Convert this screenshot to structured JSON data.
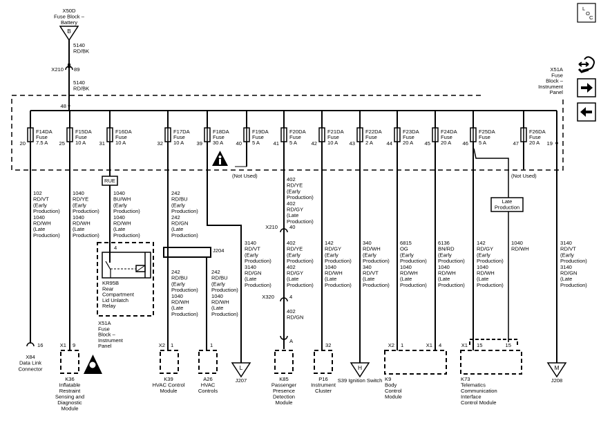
{
  "source": {
    "lines": [
      "X50D",
      "Fuse Block –",
      "Battery"
    ],
    "letter": "B"
  },
  "feed": {
    "wire1": [
      "5140",
      "RD/BK"
    ],
    "splice": "X210",
    "splice_pin": "89",
    "wire2": [
      "5140",
      "RD/BK"
    ],
    "bus_pin": "48"
  },
  "fuse_block": {
    "lines": [
      "X51A",
      "Fuse",
      "Block –",
      "Instrument",
      "Panel"
    ],
    "end_pin": "19"
  },
  "fuses": [
    {
      "name": "F14DA",
      "type": "Fuse",
      "rating": "7.5 A",
      "pin": "20"
    },
    {
      "name": "F15DA",
      "type": "Fuse",
      "rating": "10 A",
      "pin": "25"
    },
    {
      "name": "F16DA",
      "type": "Fuse",
      "rating": "10 A",
      "pin": "31"
    },
    {
      "name": "F17DA",
      "type": "Fuse",
      "rating": "10 A",
      "pin": "32"
    },
    {
      "name": "F18DA",
      "type": "Fuse",
      "rating": "30 A",
      "pin": "39"
    },
    {
      "name": "F19DA",
      "type": "Fuse",
      "rating": "5 A",
      "pin": "40"
    },
    {
      "name": "F20DA",
      "type": "Fuse",
      "rating": "5 A",
      "pin": "41"
    },
    {
      "name": "F21DA",
      "type": "Fuse",
      "rating": "10 A",
      "pin": "42"
    },
    {
      "name": "F22DA",
      "type": "Fuse",
      "rating": "2 A",
      "pin": "43"
    },
    {
      "name": "F23DA",
      "type": "Fuse",
      "rating": "20 A",
      "pin": "44"
    },
    {
      "name": "F24DA",
      "type": "Fuse",
      "rating": "20 A",
      "pin": "45"
    },
    {
      "name": "F25DA",
      "type": "Fuse",
      "rating": "5 A",
      "pin": "46"
    },
    {
      "name": "F26DA",
      "type": "Fuse",
      "rating": "20 A",
      "pin": "47"
    }
  ],
  "circuits": {
    "c14": {
      "wire": [
        "102",
        "RD/VT",
        "(Early",
        "Production)",
        "1040",
        "RD/WH",
        "(Late",
        "Production)"
      ],
      "pin": "16",
      "component": [
        "X84",
        "Data Link",
        "Connector"
      ]
    },
    "c15": {
      "wire": [
        "1040",
        "RD/YE",
        "(Early",
        "Production)",
        "1040",
        "RD/WH",
        "(Late",
        "Production)"
      ],
      "conn": "X1",
      "pin": "9",
      "component": [
        "K36",
        "Inflatable",
        "Restraint",
        "Sensing and",
        "Diagnostic",
        "Module"
      ]
    },
    "c16": {
      "tag": "RUE",
      "wire": [
        "1040",
        "BU/WH",
        "(Early",
        "Production)",
        "1040",
        "RD/WH",
        "(Late",
        "Production)"
      ],
      "relay_pin": "4",
      "relay": [
        "KR95B",
        "Rear",
        "Compartment",
        "Lid Unlatch",
        "Relay"
      ],
      "location": [
        "X51A",
        "Fuse",
        "Block –",
        "Instrument",
        "Panel"
      ]
    },
    "c17": {
      "wire": [
        "242",
        "RD/BU",
        "(Early",
        "Production)",
        "242",
        "RD/GN",
        "(Late",
        "Production)"
      ],
      "splice": "J204",
      "branch_a": {
        "wire": [
          "242",
          "RD/BU",
          "(Early",
          "Production)",
          "1040",
          "RD/WH",
          "(Late",
          "Production)"
        ],
        "conn": "X2",
        "pin": "1",
        "component": [
          "K39",
          "HVAC Control",
          "Module"
        ]
      },
      "branch_b": {
        "wire": [
          "242",
          "RD/BU",
          "(Early",
          "Production)",
          "1040",
          "RD/WH",
          "(Late",
          "Production)"
        ],
        "pin": "1",
        "component": [
          "A26",
          "HVAC",
          "Controls"
        ]
      }
    },
    "c18": {
      "wire": [
        "3140",
        "RD/VT",
        "(Early",
        "Production)",
        "3140",
        "RD/GN",
        "(Late",
        "Production)"
      ],
      "letter": "L",
      "component": [
        "J207"
      ]
    },
    "c19": {
      "note": "(Not Used)"
    },
    "c20": {
      "wire1": [
        "402",
        "RD/YE",
        "(Early",
        "Production)",
        "402",
        "RD/GY",
        "(Late",
        "Production)"
      ],
      "splice1": "X210",
      "splice1_pin": "40",
      "wire2": [
        "402",
        "RD/YE",
        "(Early",
        "Production)",
        "402",
        "RD/GY",
        "(Late",
        "Production)"
      ],
      "splice2": "X320",
      "splice2_pin": "4",
      "wire3": [
        "402",
        "RD/GN"
      ],
      "pin": "A",
      "component": [
        "K85",
        "Passenger",
        "Presence",
        "Detection",
        "Module"
      ]
    },
    "c21": {
      "wire": [
        "142",
        "RD/GY",
        "(Early",
        "Production)",
        "1040",
        "RD/WH",
        "(Late",
        "Production)"
      ],
      "pin": "32",
      "component": [
        "P16",
        "Instrument",
        "Cluster"
      ]
    },
    "c22": {
      "wire": [
        "340",
        "RD/WH",
        "(Early",
        "Production)",
        "340",
        "RD/VT",
        "(Late",
        "Production)"
      ],
      "letter": "H",
      "component": [
        "S39 Ignition Switch"
      ]
    },
    "c23": {
      "wire": [
        "6815",
        "OG",
        "(Early",
        "Production)",
        "1040",
        "RD/WH",
        "(Late",
        "Production)"
      ],
      "conn": "X2",
      "pin": "1"
    },
    "c24": {
      "wire": [
        "6136",
        "BN/RD",
        "(Early",
        "Production)",
        "1040",
        "RD/WH",
        "(Late",
        "Production)"
      ],
      "conn": "X1",
      "pin": "4",
      "component": [
        "K9",
        "Body",
        "Control",
        "Module"
      ]
    },
    "c25": {
      "wire": [
        "142",
        "RD/GY",
        "(Early",
        "Production)",
        "1040",
        "RD/WH",
        "(Late",
        "Production)"
      ],
      "conn": "X1",
      "pin": "15",
      "late_box": [
        "Late",
        "Production"
      ],
      "late_wire": [
        "1040",
        "RD/WH"
      ],
      "late_pin": "15",
      "component": [
        "K73",
        "Telematics",
        "Communication",
        "Interface",
        "Control Module"
      ]
    },
    "c26": {
      "note": "(Not Used)"
    },
    "c19r": {
      "wire": [
        "3140",
        "RD/VT",
        "(Early",
        "Production)",
        "3140",
        "RD/GN",
        "(Late",
        "Production)"
      ],
      "letter": "M",
      "component": [
        "J208"
      ]
    }
  },
  "nav": {
    "loc_letters": [
      "L",
      "O",
      "C"
    ],
    "icons": [
      "locator-icon",
      "hand-swap-icon",
      "next-arrow-icon",
      "previous-arrow-icon"
    ]
  }
}
